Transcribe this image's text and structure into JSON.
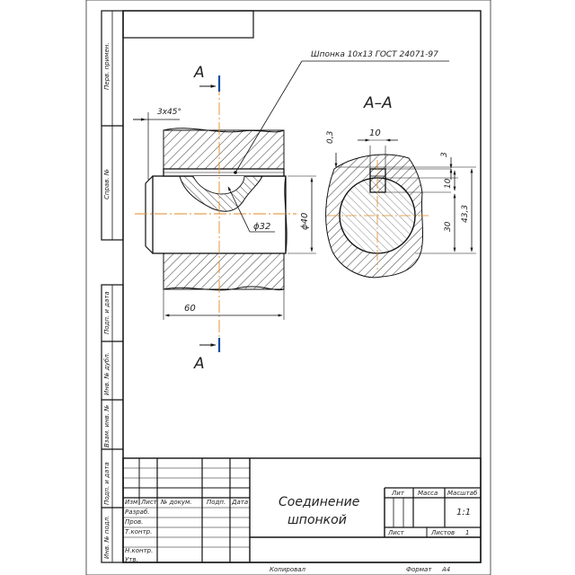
{
  "title_block": {
    "name_line1": "Соединение",
    "name_line2": "шпонкой",
    "lit_label": "Лит",
    "mass_label": "Масса",
    "scale_label": "Масштаб",
    "scale_value": "1:1",
    "sheet_label": "Лист",
    "sheets_label": "Листов",
    "sheets_value": "1",
    "col_izm": "Изм",
    "col_list": "Лист",
    "col_doc": "№ докум.",
    "col_sign": "Подп.",
    "col_date": "Дата",
    "row_razrab": "Разраб.",
    "row_prov": "Пров.",
    "row_tkontr": "Т.контр.",
    "row_nkontr": "Н.контр.",
    "row_utv": "Утв.",
    "copied": "Копировал",
    "format_label": "Формат",
    "format_value": "А4"
  },
  "side_stamp": {
    "perv_primen": "Перв. примен.",
    "sprav": "Справ. №",
    "podp_data_1": "Подп. и дата",
    "inv_dubl": "Инв. № дубл.",
    "vzam_inv": "Взам. инв. №",
    "podp_data_2": "Подп. и дата",
    "inv_podl": "Инв. № подл."
  },
  "drawing": {
    "section_letter_top": "А",
    "section_letter_bottom": "А",
    "section_view_label": "А–А",
    "key_callout": "Шпонка 10x13 ГОСТ 24071-97",
    "chamfer": "3x45°",
    "dim_shaft_dia": "ϕ32",
    "dim_hub_dia": "ϕ40",
    "dim_length": "60",
    "dim_key_width": "10",
    "dim_tolerance_note": "0,3",
    "dim_3": "3",
    "dim_10": "10",
    "dim_30": "30",
    "dim_43_3": "43,3"
  },
  "colors": {
    "frame": "#111111",
    "axis": "#e08a2a",
    "section_marker": "#1a4fa0"
  }
}
